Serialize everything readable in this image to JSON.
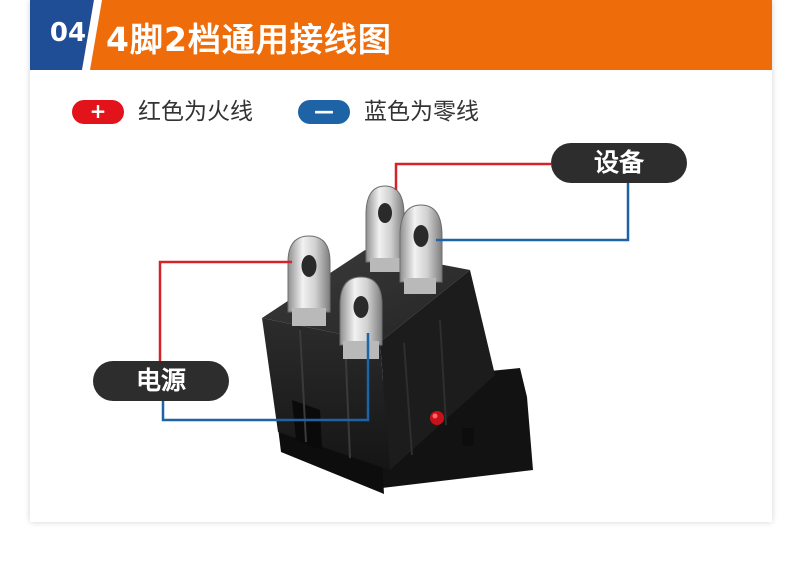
{
  "header": {
    "step_number": "04",
    "title": "4脚2档通用接线图",
    "colors": {
      "number_block": "#1f4e96",
      "title_bar": "#ef6c0b"
    }
  },
  "legend": [
    {
      "symbol": "+",
      "text": "红色为火线",
      "color": "#e3131b"
    },
    {
      "symbol": "—",
      "text": "蓝色为零线",
      "color": "#1e63a6"
    }
  ],
  "labels": {
    "device": "设备",
    "power": "电源"
  },
  "wire_colors": {
    "live": "#d8222a",
    "neutral": "#1e63a6"
  }
}
